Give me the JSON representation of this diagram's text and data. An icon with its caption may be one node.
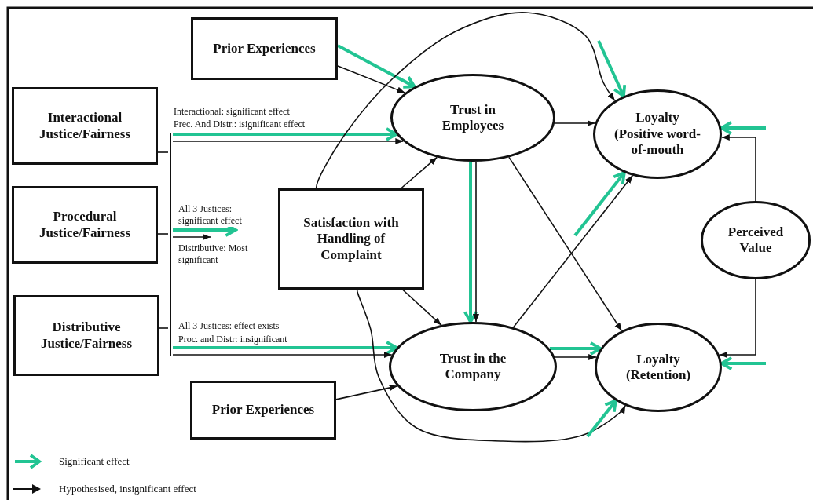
{
  "diagram": {
    "nodes": [
      {
        "text": [
          "Prior Experiences"
        ]
      },
      {
        "text": [
          "Interactional Justice/Fairness"
        ]
      },
      {
        "text": [
          "Procedural Justice/Fairness"
        ]
      },
      {
        "text": [
          "Distributive Justice/Fairness"
        ]
      },
      {
        "text": [
          "Satisfaction with Handling of Complaint"
        ]
      },
      {
        "text": [
          "Prior Experiences"
        ]
      },
      {
        "text": [
          "Trust in Employees"
        ]
      },
      {
        "text": [
          "Loyalty",
          "(Positive word-of-mouth"
        ]
      },
      {
        "text": [
          "Perceived Value"
        ]
      },
      {
        "text": [
          "Trust in the Company"
        ]
      },
      {
        "text": [
          "Loyalty",
          "(Retention)"
        ]
      },
      {
        "text": [],
        "shape": "bar"
      }
    ],
    "edges": [
      {
        "from": 1,
        "to": 11,
        "arrow": "none"
      },
      {
        "from": 2,
        "to": 11,
        "arrow": "none"
      },
      {
        "from": 3,
        "to": 11,
        "arrow": "none"
      },
      {
        "from": 11,
        "to": 6,
        "arrow": "to",
        "label": "Interactional: significant effect",
        "style": "thick",
        "color": "#22c493"
      },
      {
        "from": 11,
        "to": 6,
        "arrow": "to",
        "label": "Prec. And Distr.: isignificant effect"
      },
      {
        "from": 11,
        "to": null,
        "arrow": "to",
        "label": "All 3 Justices: significant effect",
        "style": "thick",
        "color": "#22c493"
      },
      {
        "from": 11,
        "to": null,
        "arrow": "to",
        "label": "Distributive: Most significant"
      },
      {
        "from": 11,
        "to": 9,
        "arrow": "to",
        "label": "All 3 Justices: effect exists",
        "style": "thick",
        "color": "#22c493"
      },
      {
        "from": 11,
        "to": 9,
        "arrow": "to",
        "label": "Proc. and Distr: insignificant"
      },
      {
        "from": 0,
        "to": 6,
        "arrow": "to",
        "style": "thick",
        "color": "#22c493"
      },
      {
        "from": 0,
        "to": 6,
        "arrow": "to"
      },
      {
        "from": 6,
        "to": 7,
        "arrow": "to"
      },
      {
        "from": 4,
        "to": 6,
        "arrow": "to"
      },
      {
        "from": 4,
        "to": 9,
        "arrow": "to"
      },
      {
        "from": 6,
        "to": 9,
        "arrow": "to",
        "style": "thick",
        "color": "#22c493"
      },
      {
        "from": 6,
        "to": 9,
        "arrow": "to"
      },
      {
        "from": 6,
        "to": 10,
        "arrow": "to"
      },
      {
        "from": 9,
        "to": 7,
        "arrow": "to"
      },
      {
        "from": null,
        "to": 7,
        "arrow": "to",
        "style": "thick",
        "color": "#22c493"
      },
      {
        "from": 9,
        "to": 10,
        "arrow": "to",
        "style": "thick",
        "color": "#22c493"
      },
      {
        "from": 9,
        "to": 10,
        "arrow": "to"
      },
      {
        "from": 8,
        "to": 7,
        "arrow": "to"
      },
      {
        "from": null,
        "to": 7,
        "arrow": "to",
        "style": "thick",
        "color": "#22c493"
      },
      {
        "from": 8,
        "to": 10,
        "arrow": "to"
      },
      {
        "from": null,
        "to": 10,
        "arrow": "to",
        "style": "thick",
        "color": "#22c493"
      },
      {
        "from": 4,
        "to": 7,
        "arrow": "to"
      },
      {
        "from": null,
        "to": 7,
        "arrow": "to",
        "style": "thick",
        "color": "#22c493"
      },
      {
        "from": 4,
        "to": 10,
        "arrow": "to"
      },
      {
        "from": null,
        "to": 10,
        "arrow": "to",
        "style": "thick",
        "color": "#22c493"
      },
      {
        "from": 5,
        "to": 9,
        "arrow": "to"
      }
    ],
    "legend": [
      {
        "text": "Significant effect"
      },
      {
        "text": "Hypothesised, insignificant effect"
      }
    ]
  }
}
